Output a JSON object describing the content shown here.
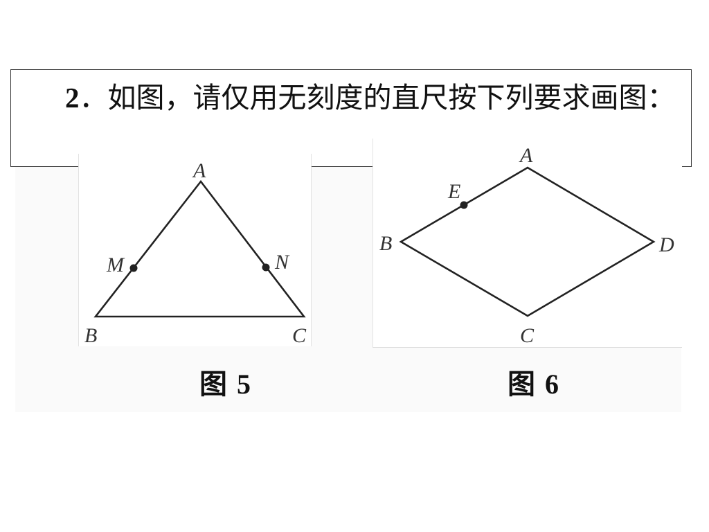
{
  "question": {
    "number": "2",
    "separator": "．",
    "text": "如图，请仅用无刻度的直尺按下列要求画图："
  },
  "figure5": {
    "caption_prefix": "图",
    "caption_number": "5",
    "shape": "triangle",
    "vertices": {
      "A": "A",
      "B": "B",
      "C": "C"
    },
    "points": {
      "M": "M",
      "N": "N"
    }
  },
  "figure6": {
    "caption_prefix": "图",
    "caption_number": "6",
    "shape": "rhombus",
    "vertices": {
      "A": "A",
      "B": "B",
      "C": "C",
      "D": "D"
    },
    "points": {
      "E": "E"
    }
  }
}
